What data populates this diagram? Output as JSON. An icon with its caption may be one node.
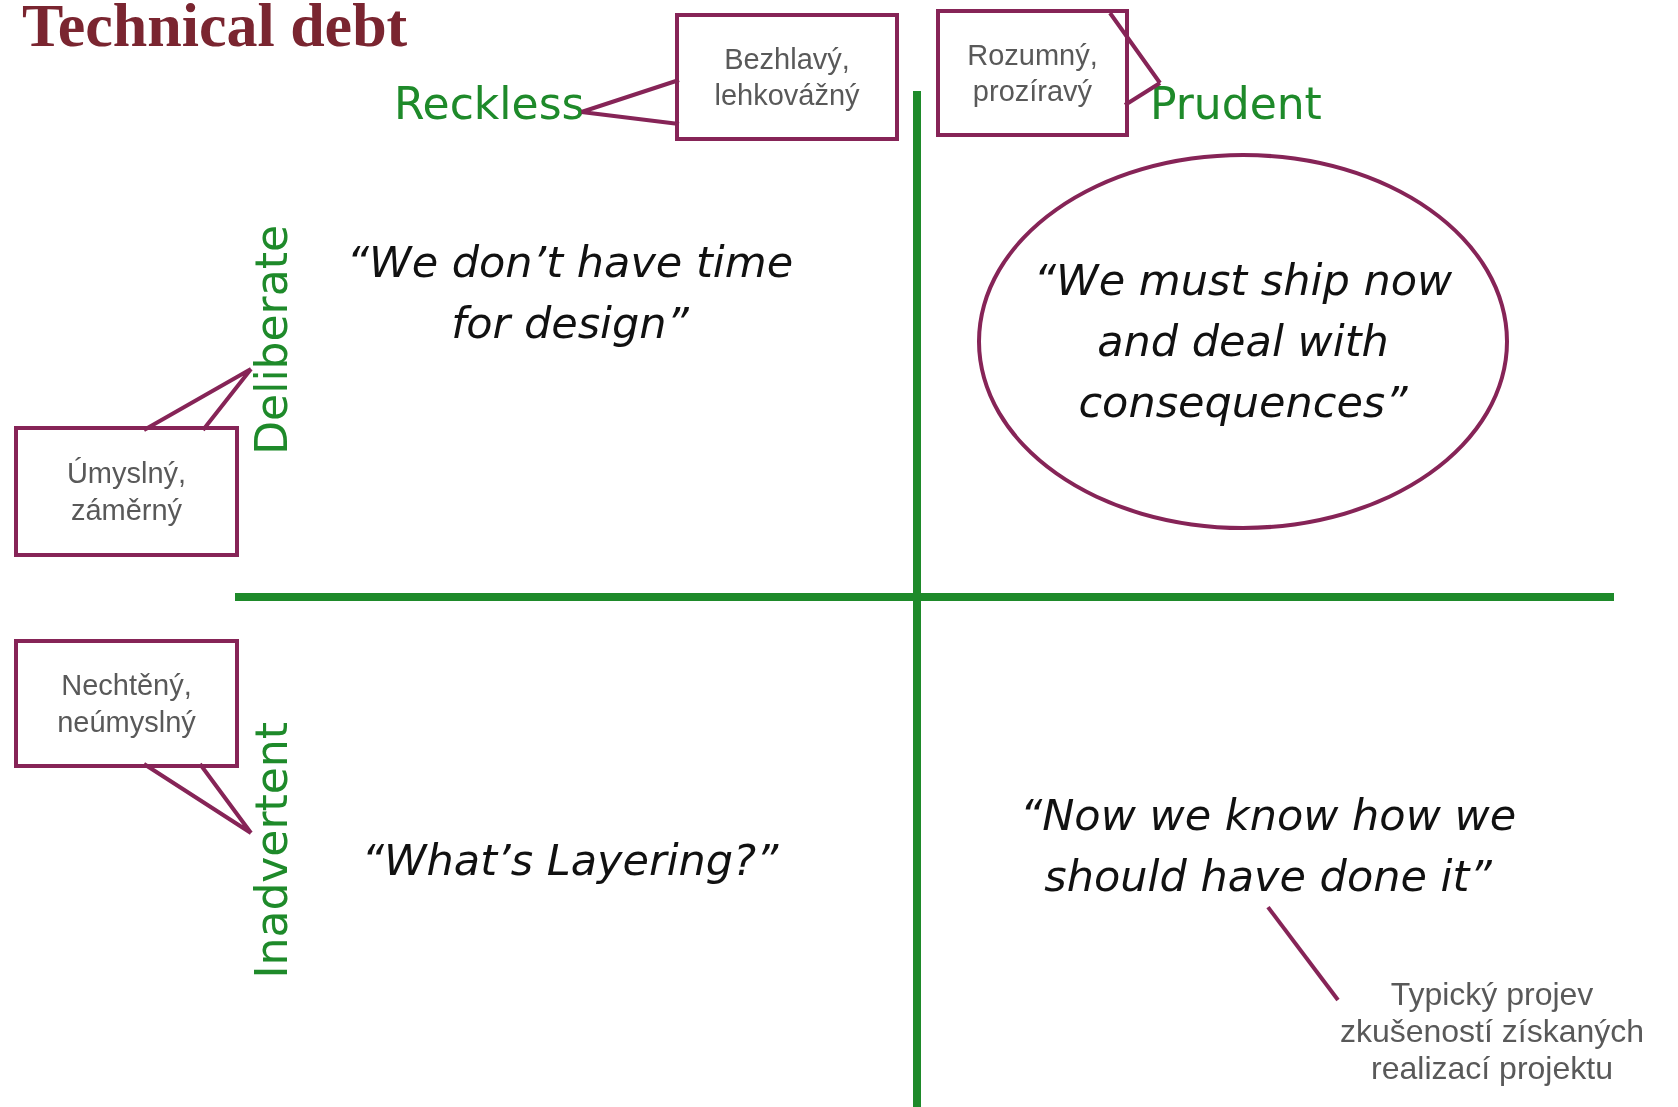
{
  "diagram": {
    "title": "Technical debt",
    "nodes": [
      {
        "text": [
          "Bezhlavý, lehkovážný"
        ]
      },
      {
        "text": [
          "Rozumný, prozíravý"
        ]
      },
      {
        "text": [
          "Reckless"
        ]
      },
      {
        "text": [
          "Prudent"
        ]
      },
      {
        "text": [
          "Deliberate"
        ]
      },
      {
        "text": [
          "“We don’t have time for design”"
        ]
      },
      {
        "text": [
          "“We must ship now and deal with consequences”"
        ]
      },
      {
        "text": [
          "Úmyslný, záměrný"
        ]
      },
      {
        "text": [
          "Nechtěný, neúmyslný"
        ]
      },
      {
        "text": [
          "Inadvertent"
        ]
      },
      {
        "text": [
          "“What’s Layering?”"
        ]
      },
      {
        "text": [
          "“Now we know how we should have done it”"
        ]
      },
      {
        "text": [
          "Typický projev zkušeností získaných realizací projektu"
        ]
      }
    ],
    "edges": [
      {
        "from": 0,
        "to": 2,
        "arrow": "none"
      },
      {
        "from": 1,
        "to": 3,
        "arrow": "none"
      },
      {
        "from": 7,
        "to": 4,
        "arrow": "none"
      },
      {
        "from": 8,
        "to": 9,
        "arrow": "none"
      },
      {
        "from": 12,
        "to": 11,
        "arrow": "none"
      }
    ]
  }
}
